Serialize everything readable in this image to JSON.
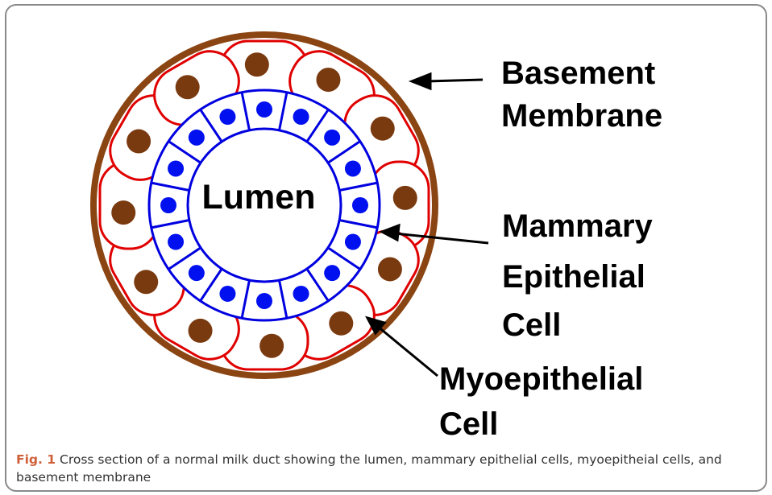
{
  "diagram": {
    "labels": {
      "lumen": "Lumen",
      "basement_line1": "Basement",
      "basement_line2": "Membrane",
      "mammary_line1": "Mammary",
      "mammary_line2": "Epithelial",
      "mammary_line3": "Cell",
      "myo_line1": "Myoepithelial",
      "myo_line2": "Cell"
    },
    "colors": {
      "basement_membrane": "#8b4513",
      "myoepithelial_outline": "#e00000",
      "myoepithelial_nucleus": "#7a3a10",
      "epithelial_outline": "#0000e0",
      "epithelial_nucleus": "#0010ee",
      "label_text": "#000000"
    }
  },
  "caption": {
    "label": "Fig. 1",
    "text": " Cross section of a normal milk duct showing the lumen, mammary epithelial cells, myoepitheial cells, and basement membrane"
  }
}
